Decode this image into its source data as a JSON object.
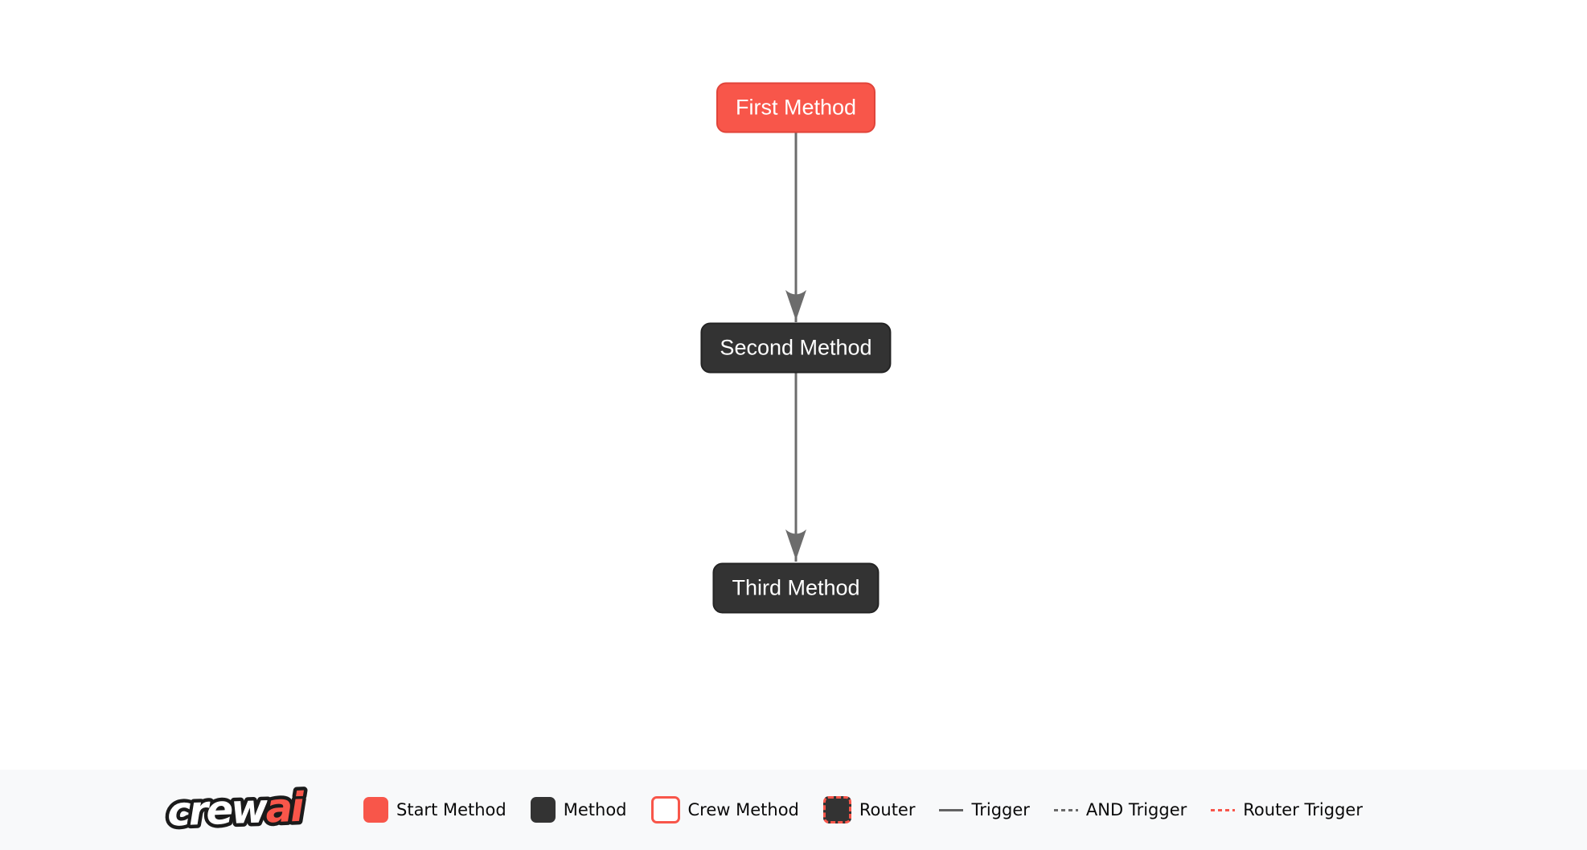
{
  "diagram": {
    "nodes": [
      {
        "id": "first_method",
        "label": "First Method",
        "type": "start-method"
      },
      {
        "id": "second_method",
        "label": "Second Method",
        "type": "method"
      },
      {
        "id": "third_method",
        "label": "Third Method",
        "type": "method"
      }
    ],
    "edges": [
      {
        "from": "first_method",
        "to": "second_method",
        "type": "trigger"
      },
      {
        "from": "second_method",
        "to": "third_method",
        "type": "trigger"
      }
    ]
  },
  "legend": {
    "logo": {
      "part1": "crew",
      "part2": "ai"
    },
    "items": [
      {
        "label": "Start Method",
        "swatch": "start-method-box"
      },
      {
        "label": "Method",
        "swatch": "method-box"
      },
      {
        "label": "Crew Method",
        "swatch": "crew-method-box"
      },
      {
        "label": "Router",
        "swatch": "router-box"
      },
      {
        "label": "Trigger",
        "swatch": "trigger-line"
      },
      {
        "label": "AND Trigger",
        "swatch": "and-trigger-line"
      },
      {
        "label": "Router Trigger",
        "swatch": "router-trigger-line"
      }
    ]
  },
  "colors": {
    "accent": "#F8564A",
    "accent_border": "#E0443A",
    "dark": "#333333",
    "edge": "#6C6C6C",
    "legend_bg": "#F8F9FA",
    "canvas_bg": "#FFFFFF",
    "node_text": "#FFFFFF",
    "legend_text": "#0A0A0A"
  }
}
